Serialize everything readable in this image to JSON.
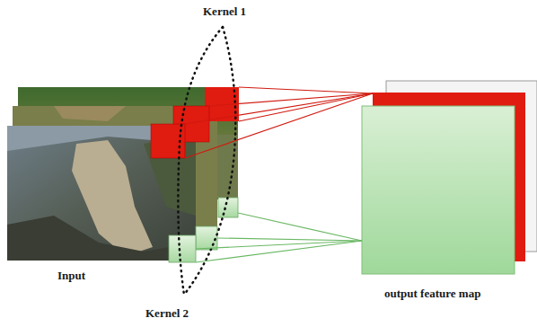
{
  "diagram": {
    "labels": [
      "Kernel 1",
      "Input",
      "output feature map",
      "Kernel 2"
    ]
  }
}
